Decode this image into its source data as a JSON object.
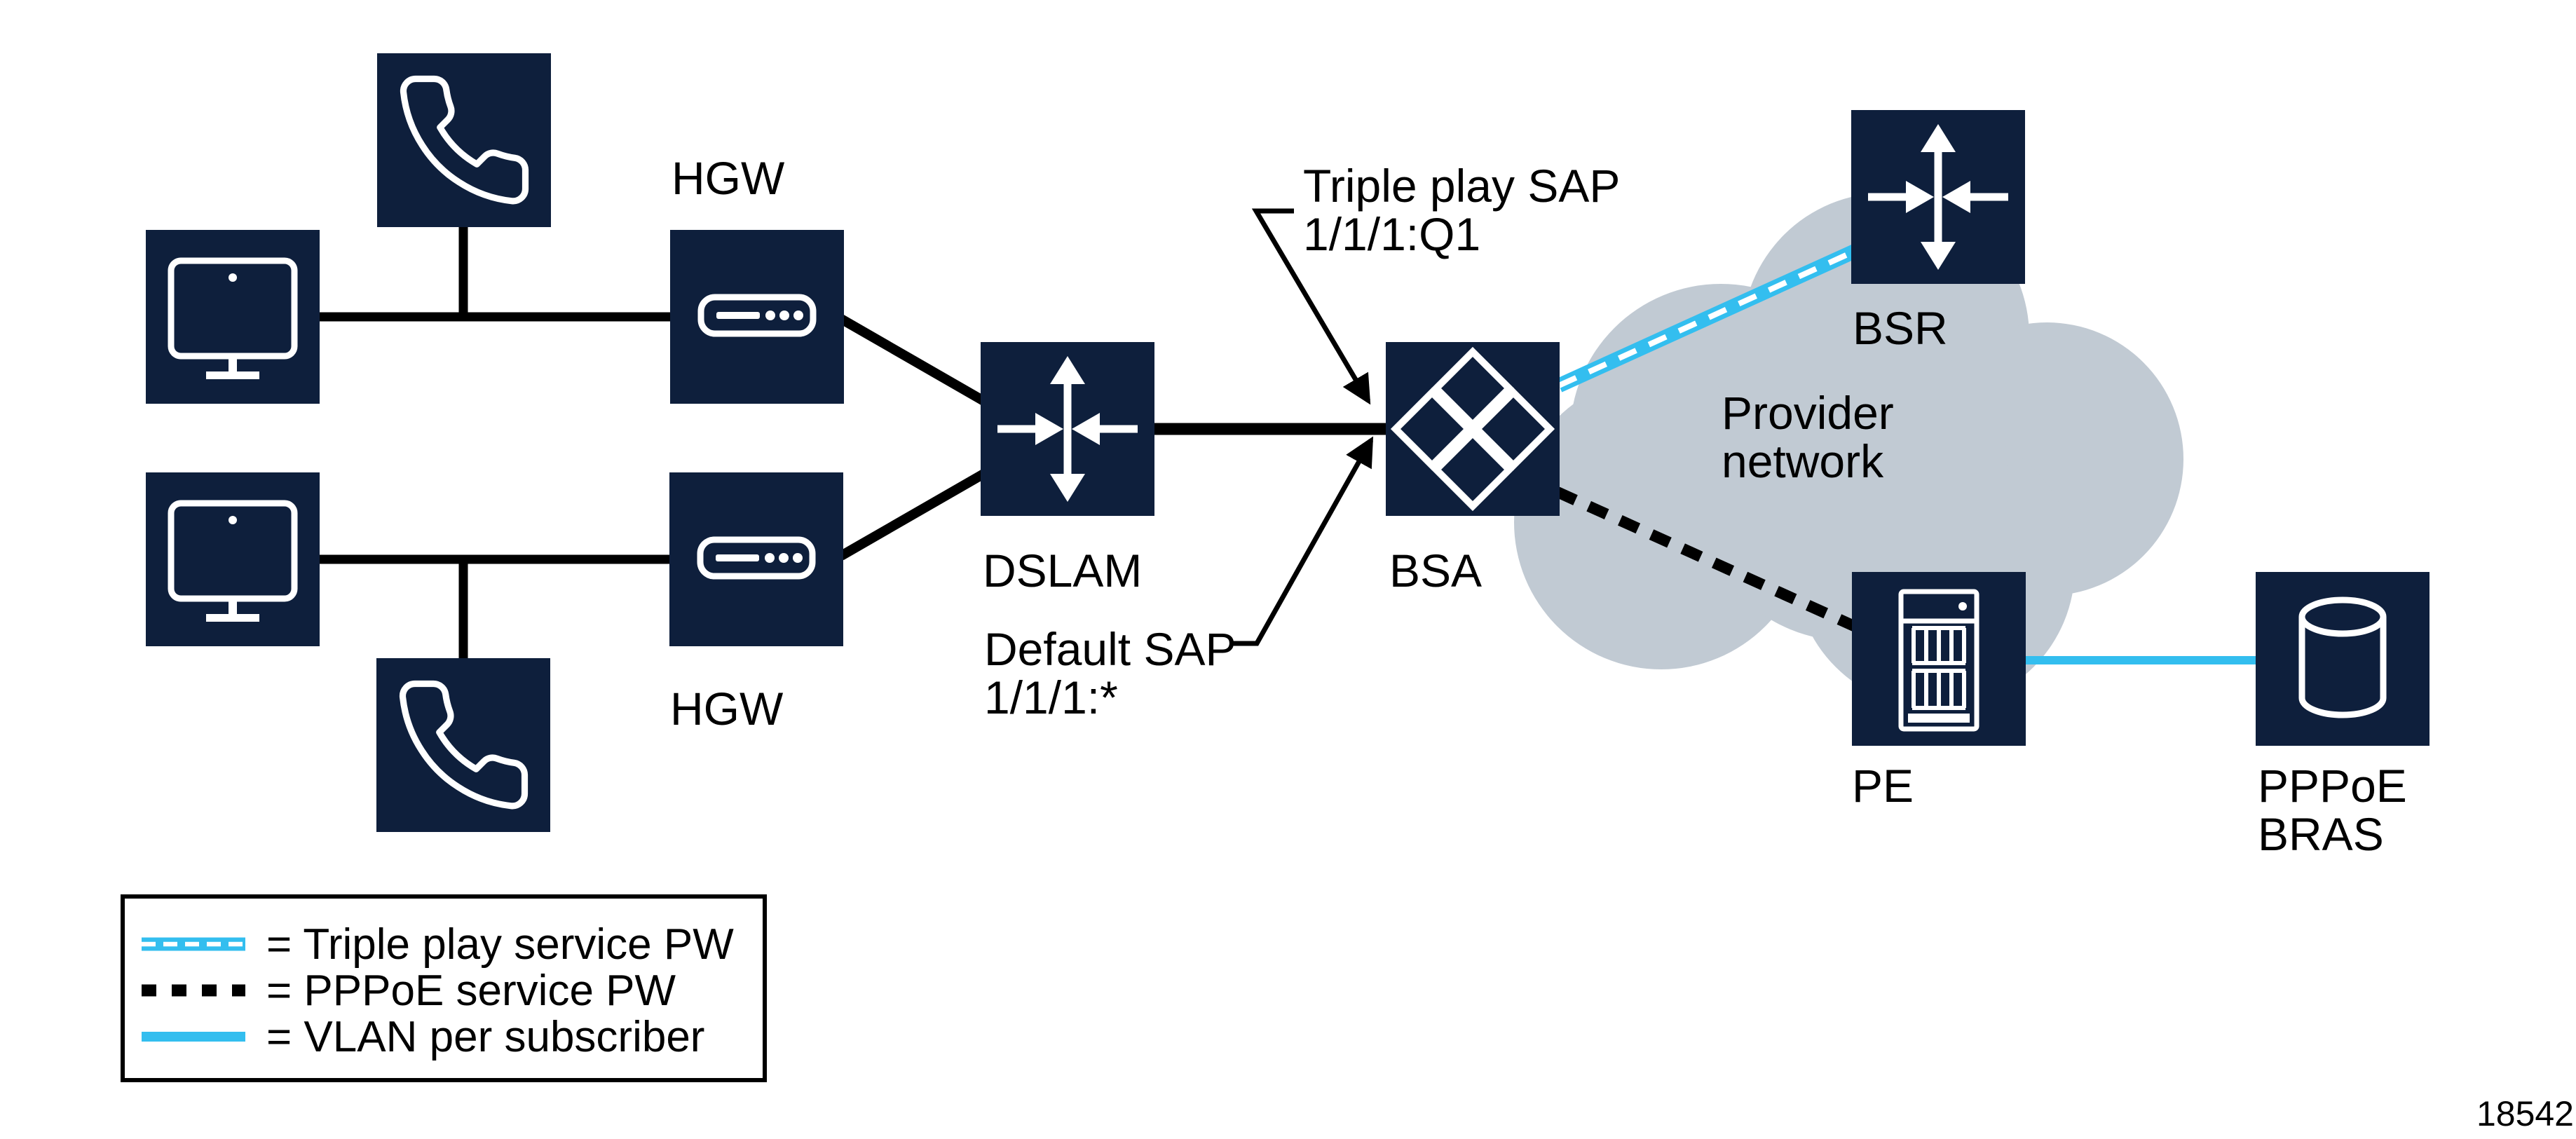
{
  "diagram": {
    "figure_number": "18542",
    "colors": {
      "node_navy": "#0E1F3C",
      "cyan": "#33BEEF",
      "cloud_gray": "#C1CAD3",
      "line_black": "#000000"
    },
    "nodes": {
      "hgw_top": "HGW",
      "hgw_bottom": "HGW",
      "dslam": "DSLAM",
      "bsa": "BSA",
      "bsr": "BSR",
      "pe": "PE",
      "bras": {
        "line1": "PPPoE",
        "line2": "BRAS"
      }
    },
    "annotations": {
      "provider_network": {
        "line1": "Provider",
        "line2": "network"
      },
      "triple_play_sap": {
        "line1": "Triple play SAP",
        "line2": "1/1/1:Q1"
      },
      "default_sap": {
        "line1": "Default SAP",
        "line2": "1/1/1:*"
      }
    },
    "legend": {
      "rows": [
        {
          "id": "triple-play-pw",
          "text": "= Triple play service PW"
        },
        {
          "id": "pppoe-pw",
          "text": "= PPPoE service PW"
        },
        {
          "id": "vlan-per-subscriber",
          "text": "= VLAN per subscriber"
        }
      ]
    }
  }
}
